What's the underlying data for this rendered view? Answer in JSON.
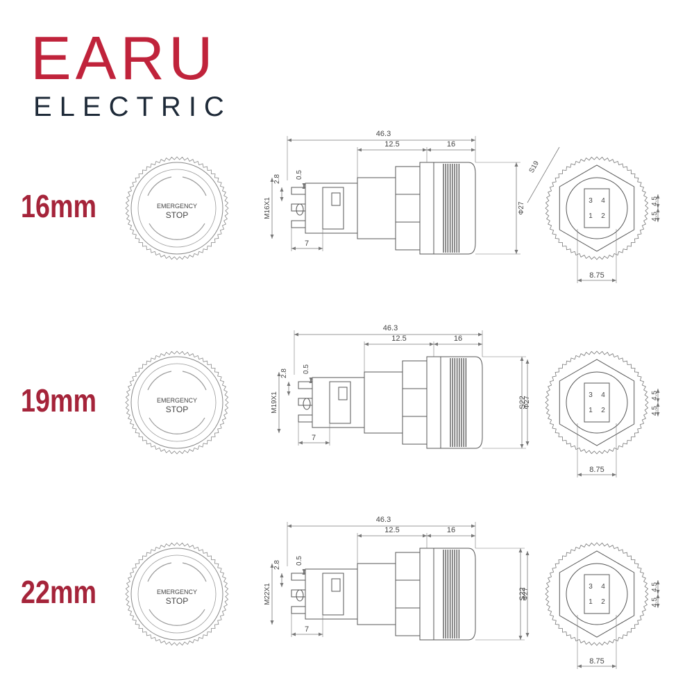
{
  "brand": {
    "name": "EARU",
    "subtitle": "ELECTRIC",
    "color": "#c0233b",
    "subtitle_color": "#1e2a38"
  },
  "label_color": "#a5243a",
  "variants": [
    {
      "size_label": "16mm",
      "button_text": [
        "EMERGENCY",
        "STOP"
      ],
      "dims": {
        "total": "46.3",
        "mid": "12.5",
        "cap": "16",
        "pin_gap": "2.8",
        "pin_w": "0.5",
        "thread": "M16X1",
        "pin_len": "7",
        "diameter": "Φ27",
        "nut": "S19",
        "pitch_a": "4.5",
        "pitch_b": "4.5",
        "width": "8.75"
      },
      "pins": [
        "3",
        "4",
        "1",
        "2"
      ]
    },
    {
      "size_label": "19mm",
      "button_text": [
        "EMERGENCY",
        "STOP"
      ],
      "dims": {
        "total": "46.3",
        "mid": "12.5",
        "cap": "16",
        "pin_gap": "2.8",
        "pin_w": "0.5",
        "thread": "M19X1",
        "pin_len": "7",
        "diameter": "Φ27",
        "nut": "S22",
        "pitch_a": "4.5",
        "pitch_b": "4.5",
        "width": "8.75"
      },
      "pins": [
        "3",
        "4",
        "1",
        "2"
      ]
    },
    {
      "size_label": "22mm",
      "button_text": [
        "EMERGENCY",
        "STOP"
      ],
      "dims": {
        "total": "46.3",
        "mid": "12.5",
        "cap": "16",
        "pin_gap": "2.8",
        "pin_w": "0.5",
        "thread": "M22X1",
        "pin_len": "7",
        "diameter": "Φ27",
        "nut": "S22",
        "pitch_a": "4.5",
        "pitch_b": "4.5",
        "width": "8.75"
      },
      "pins": [
        "3",
        "4",
        "1",
        "2"
      ]
    }
  ]
}
